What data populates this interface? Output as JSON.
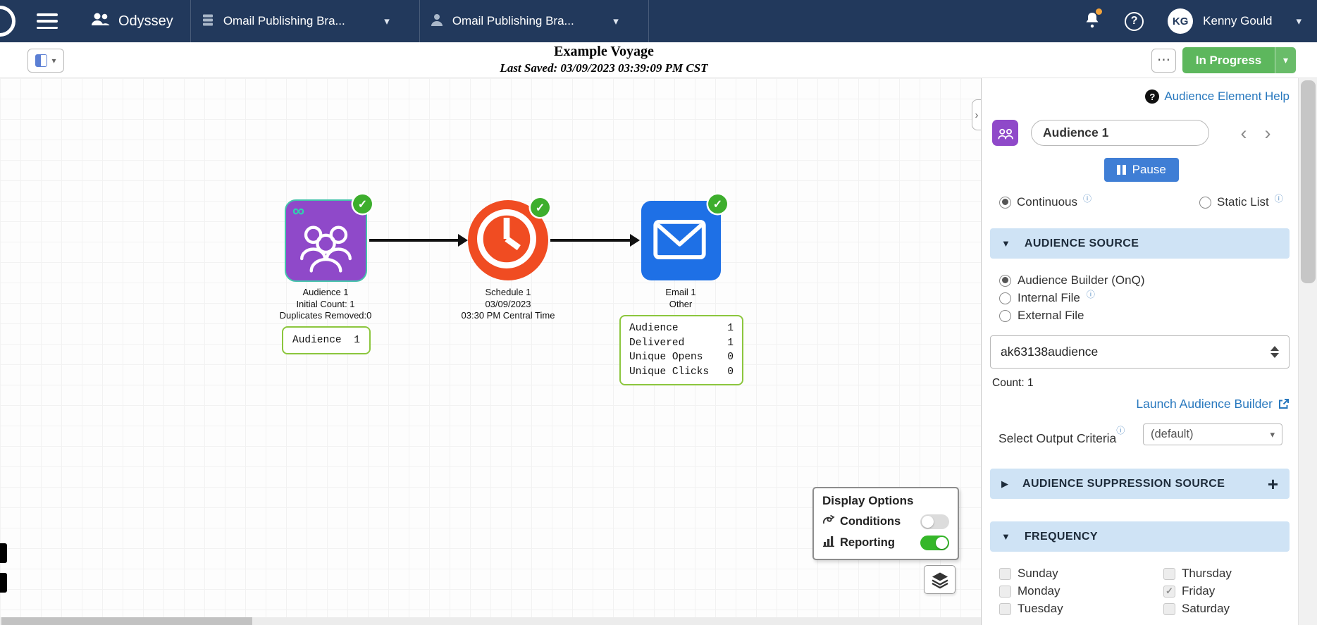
{
  "navbar": {
    "app_name": "Odyssey",
    "workspace_dropdown": "Omail Publishing Bra...",
    "account_dropdown": "Omail Publishing Bra...",
    "user_initials": "KG",
    "user_name": "Kenny Gould"
  },
  "toolbar": {
    "title": "Example Voyage",
    "last_saved": "Last Saved: 03/09/2023 03:39:09 PM CST",
    "more": "⋯",
    "status": "In Progress"
  },
  "canvas": {
    "audience_node": {
      "name": "Audience 1",
      "line2": "Initial Count: 1",
      "line3": "Duplicates Removed:0",
      "stat_label": "Audience",
      "stat_value": "1"
    },
    "schedule_node": {
      "name": "Schedule 1",
      "line2": "03/09/2023",
      "line3": "03:30 PM Central Time"
    },
    "email_node": {
      "name": "Email 1",
      "line2": "Other",
      "stats": [
        {
          "label": "Audience",
          "value": "1"
        },
        {
          "label": "Delivered",
          "value": "1"
        },
        {
          "label": "Unique Opens",
          "value": "0"
        },
        {
          "label": "Unique Clicks",
          "value": "0"
        }
      ]
    },
    "display_options": {
      "title": "Display Options",
      "conditions_label": "Conditions",
      "conditions_on": false,
      "reporting_label": "Reporting",
      "reporting_on": true
    }
  },
  "panel": {
    "help_link": "Audience Element Help",
    "element_name": "Audience 1",
    "pause_label": "Pause",
    "continuous_label": "Continuous",
    "static_list_label": "Static List",
    "continuous_selected": true,
    "audience_source_header": "AUDIENCE SOURCE",
    "source_options": {
      "builder": "Audience Builder (OnQ)",
      "internal": "Internal File",
      "external": "External File",
      "selected": "Audience Builder (OnQ)"
    },
    "audience_select_value": "ak63138audience",
    "count_text": "Count: 1",
    "launch_link": "Launch Audience Builder",
    "output_criteria_label": "Select Output Criteria",
    "output_criteria_value": "(default)",
    "suppression_header": "AUDIENCE SUPPRESSION SOURCE",
    "frequency_header": "FREQUENCY",
    "days": {
      "col1": [
        "Sunday",
        "Monday",
        "Tuesday"
      ],
      "col2": [
        "Thursday",
        "Friday",
        "Saturday"
      ],
      "checked": [
        "Friday"
      ]
    }
  },
  "glyphs": {
    "check": "✓",
    "caret_down": "▾",
    "collapse_right": "›",
    "prev": "‹",
    "next": "›",
    "expand_down": "▼",
    "expand_right": "▶",
    "plus": "+",
    "ellipsis": "⋯",
    "infinity": "∞",
    "question": "?",
    "info": "ⓘ"
  },
  "colors": {
    "navbar_navy": "#22395c",
    "status_green": "#5db75d",
    "audience_purple": "#8f49c9",
    "schedule_orange": "#f04c22",
    "email_blue": "#1e70e6",
    "check_green": "#3dae2d",
    "stat_border_green": "#8cc63e",
    "section_header_blue": "#cfe3f5",
    "pause_blue": "#3f7ed5",
    "link_blue": "#2878be",
    "toggle_on_green": "#35b729",
    "notification_orange": "#f2a33c"
  }
}
